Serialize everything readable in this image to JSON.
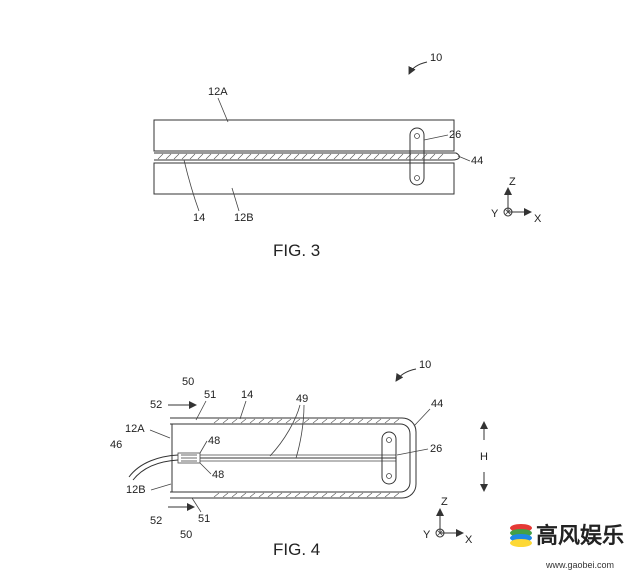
{
  "fig3": {
    "caption": "FIG. 3",
    "ref_assembly": "10",
    "label_12a": "12A",
    "label_12b": "12B",
    "label_14": "14",
    "label_26": "26",
    "label_44": "44",
    "axis_z": "Z",
    "axis_y": "Y",
    "axis_x": "X"
  },
  "fig4": {
    "caption": "FIG. 4",
    "ref_assembly": "10",
    "label_50_top": "50",
    "label_52_top": "52",
    "label_51_top": "51",
    "label_14": "14",
    "label_49": "49",
    "label_44": "44",
    "label_12a": "12A",
    "label_46": "46",
    "label_48_top": "48",
    "label_48_bottom": "48",
    "label_26": "26",
    "label_h": "H",
    "label_12b": "12B",
    "label_52_bottom": "52",
    "label_51_bottom": "51",
    "label_50_bottom": "50",
    "axis_z": "Z",
    "axis_y": "Y",
    "axis_x": "X"
  },
  "watermark": {
    "text": "高风娱乐",
    "url": "www.gaobei.com",
    "colors": [
      "#e53935",
      "#43a047",
      "#1e88e5",
      "#fdd835"
    ]
  }
}
